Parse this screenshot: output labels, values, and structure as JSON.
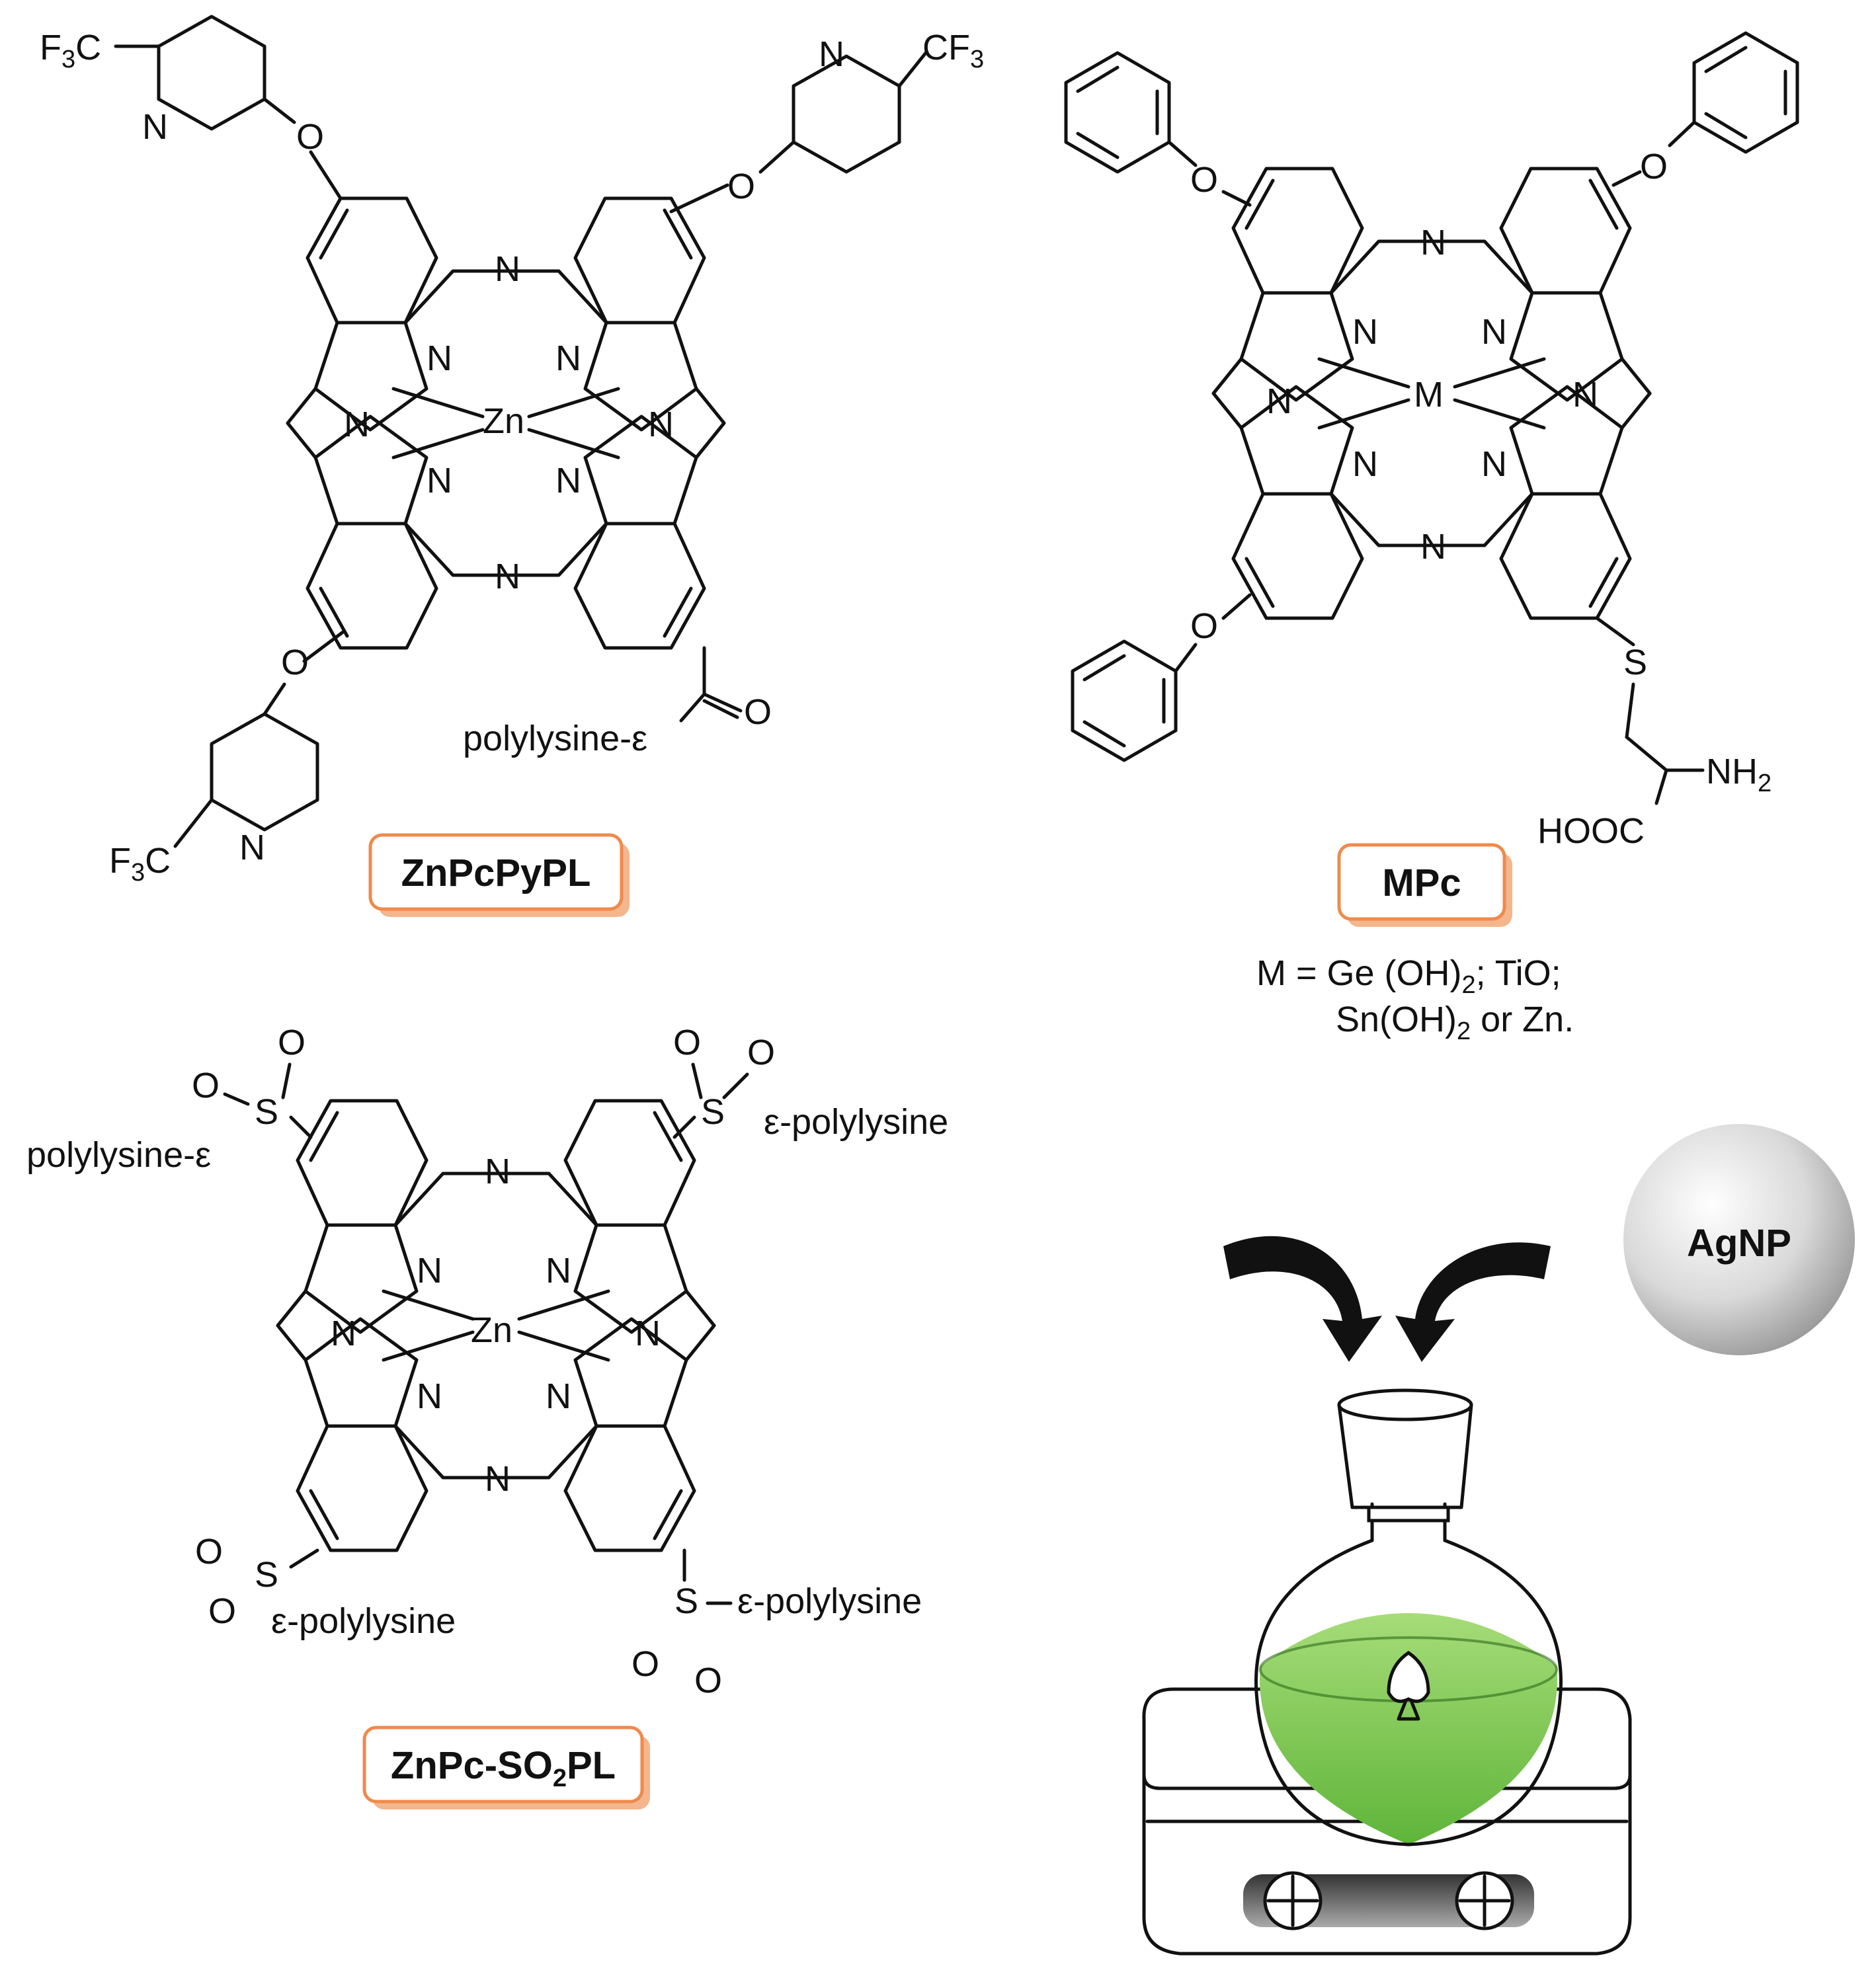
{
  "molecules": {
    "znpcpypl": {
      "label_main": "ZnPcPyPL",
      "metal": "Zn",
      "linker": "polylysine-ε"
    },
    "mpc": {
      "label_main": "MPc",
      "metal": "M",
      "amine": "NH",
      "amine_sub": "2",
      "acid": "HOOC",
      "note_line1_a": "M = Ge (OH)",
      "note_line1_sub": "2",
      "note_line1_b": "; TiO;",
      "note_line2_a": "Sn(OH)",
      "note_line2_sub": "2",
      "note_line2_b": " or Zn."
    },
    "znpcso2pl": {
      "label_a": "ZnPc-SO",
      "label_sub": "2",
      "label_b": "PL",
      "metal": "Zn",
      "linker_left": "polylysine-ε",
      "linker_right": "ε-polylysine"
    }
  },
  "atoms": {
    "n": "N",
    "o": "O",
    "s": "S",
    "f": "F",
    "c": "C",
    "cf3": "CF",
    "three": "3"
  },
  "nanoparticle": {
    "label": "AgNP"
  },
  "colors": {
    "badge_border": "#ef8a4c",
    "solution_green": "#7ac943",
    "sphere_grey": "#c8c8c8"
  }
}
